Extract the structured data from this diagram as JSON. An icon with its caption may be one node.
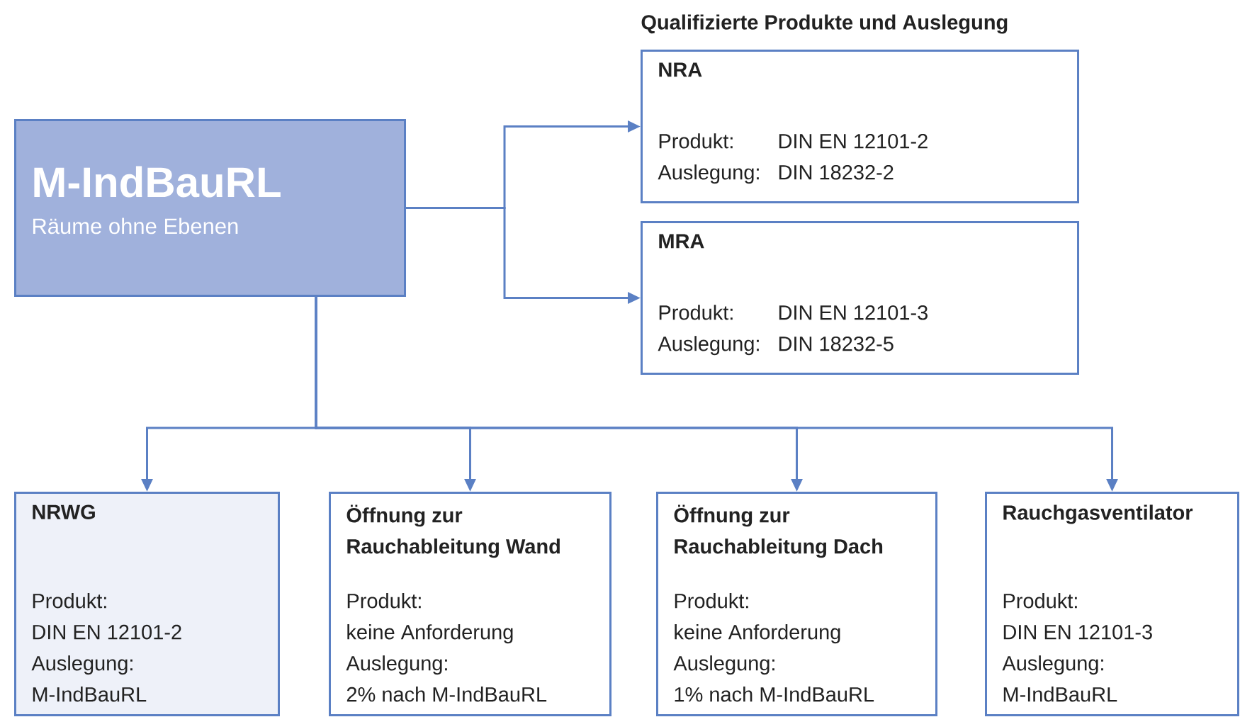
{
  "diagram": {
    "nodes": [
      {
        "text": [
          "M-IndBauRL",
          "Räume ohne Ebenen"
        ]
      },
      {
        "text": [
          "NRA",
          "Produkt:",
          "DIN EN 12101-2",
          "Auslegung:",
          "DIN 18232-2"
        ]
      },
      {
        "text": [
          "MRA",
          "Produkt:",
          "DIN EN 12101-3",
          "Auslegung:",
          "DIN 18232-5"
        ]
      },
      {
        "text": [
          "NRWG",
          "Produkt:",
          "DIN EN 12101-2",
          "Auslegung:",
          "M-IndBauRL"
        ]
      },
      {
        "text": [
          "Öffnung zur Rauchableitung Wand",
          "Produkt:",
          "keine Anforderung",
          "Auslegung:",
          "2% nach M-IndBauRL"
        ]
      },
      {
        "text": [
          "Öffnung zur Rauchableitung Dach",
          "Produkt:",
          "keine Anforderung",
          "Auslegung:",
          "1% nach M-IndBauRL"
        ]
      },
      {
        "text": [
          "Rauchgasventilator",
          "Produkt:",
          "DIN EN 12101-3",
          "Auslegung:",
          "M-IndBauRL"
        ]
      }
    ],
    "edges": [
      {
        "from": 0,
        "to": 1,
        "arrow": "to"
      },
      {
        "from": 0,
        "to": 2,
        "arrow": "to"
      },
      {
        "from": 0,
        "to": 3,
        "arrow": "to"
      },
      {
        "from": 0,
        "to": 4,
        "arrow": "to"
      },
      {
        "from": 0,
        "to": 5,
        "arrow": "to"
      },
      {
        "from": 0,
        "to": 6,
        "arrow": "to"
      }
    ],
    "labels": [
      "Qualifizierte Produkte und Auslegung"
    ]
  }
}
